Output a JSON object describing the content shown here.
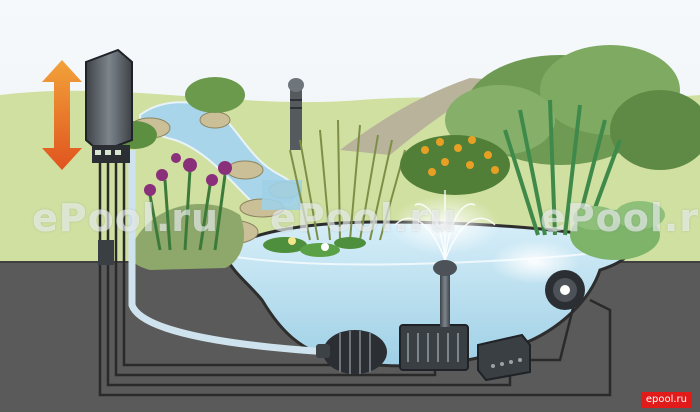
{
  "watermarks": [
    "ePool.ru",
    "ePool.ru",
    "ePool.ru"
  ],
  "badge_text": "epool.ru",
  "colors": {
    "sky": "#eef4f8",
    "lawn": "#c9dd9a",
    "soil": "#5c5c5c",
    "water": "#bfe0f0",
    "fountain": "#e9f5fb",
    "arrow_top": "#f2a23a",
    "arrow_bottom": "#e0541e",
    "badge": "#e11a1a"
  }
}
